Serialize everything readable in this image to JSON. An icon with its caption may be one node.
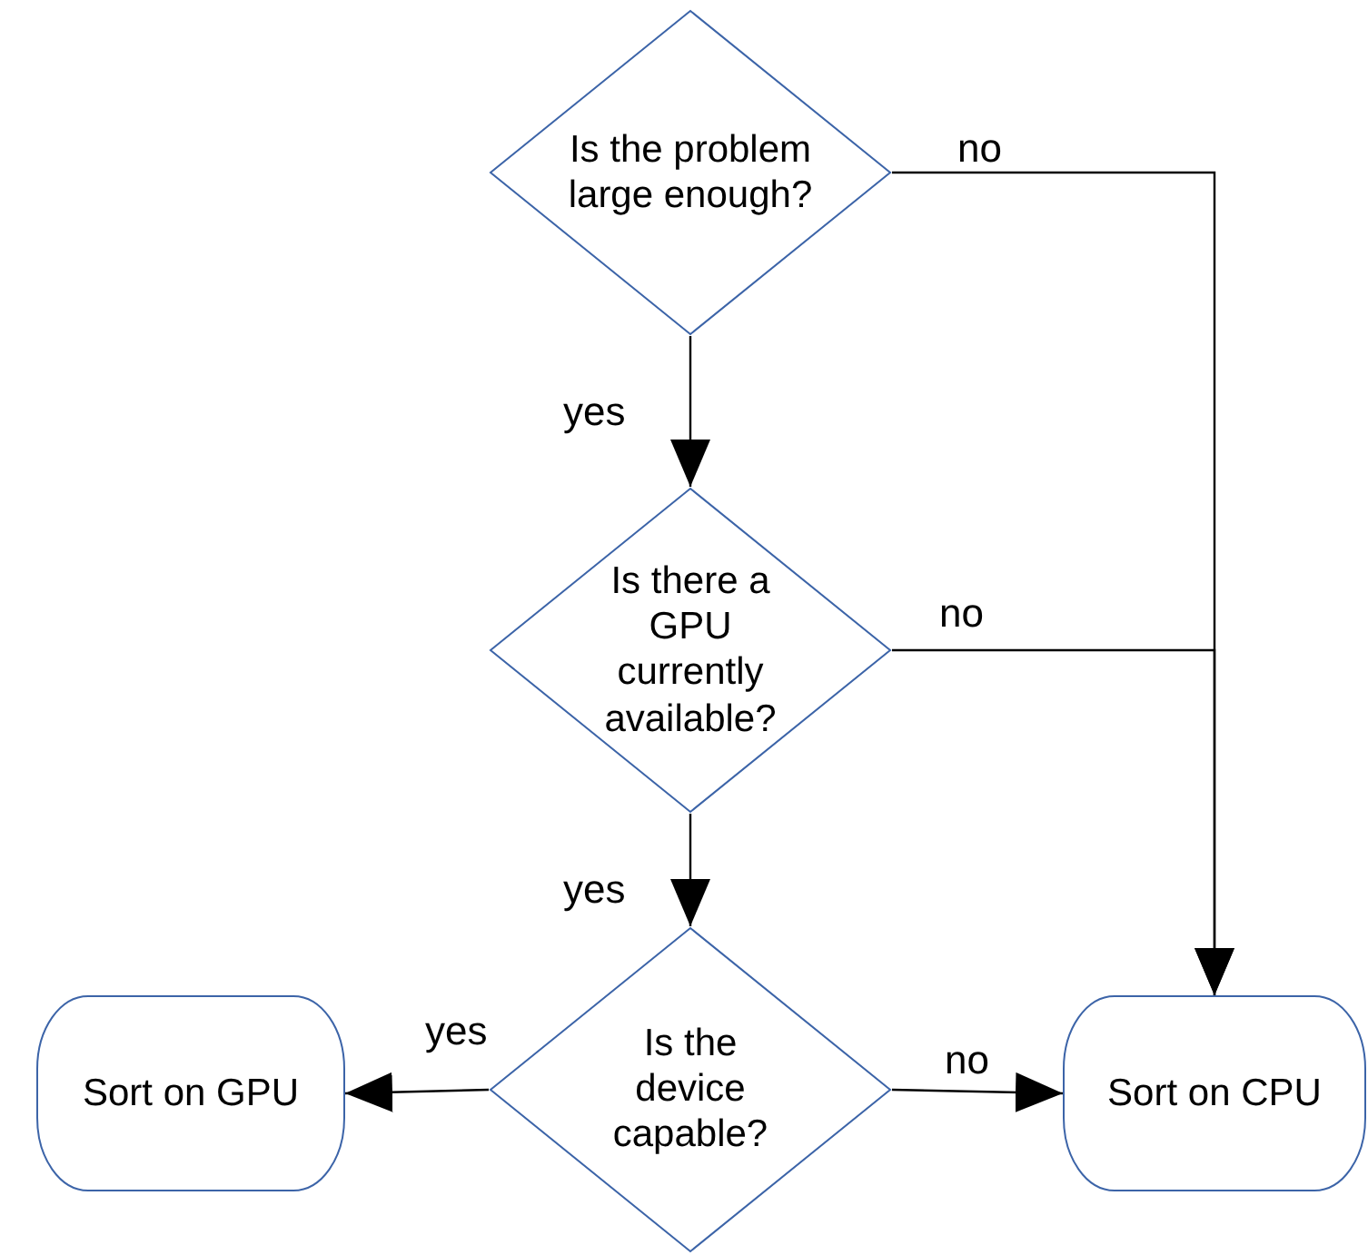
{
  "diagram": {
    "nodes": [
      {
        "text": [
          "Is the problem large enough?"
        ]
      },
      {
        "text": [
          "Is there a GPU currently available?"
        ]
      },
      {
        "text": [
          "Is the device capable?"
        ]
      },
      {
        "text": [
          "Sort on GPU"
        ]
      },
      {
        "text": [
          "Sort on CPU"
        ]
      }
    ],
    "edges": [
      {
        "from": 0,
        "to": 1,
        "arrow": "to",
        "label": "yes"
      },
      {
        "from": 0,
        "to": 4,
        "arrow": "to",
        "label": "no"
      },
      {
        "from": 1,
        "to": 2,
        "arrow": "to",
        "label": "yes"
      },
      {
        "from": 1,
        "to": 4,
        "arrow": "to",
        "label": "no"
      },
      {
        "from": 2,
        "to": 3,
        "arrow": "to",
        "label": "yes"
      },
      {
        "from": 2,
        "to": 4,
        "arrow": "to",
        "label": "no"
      }
    ]
  }
}
